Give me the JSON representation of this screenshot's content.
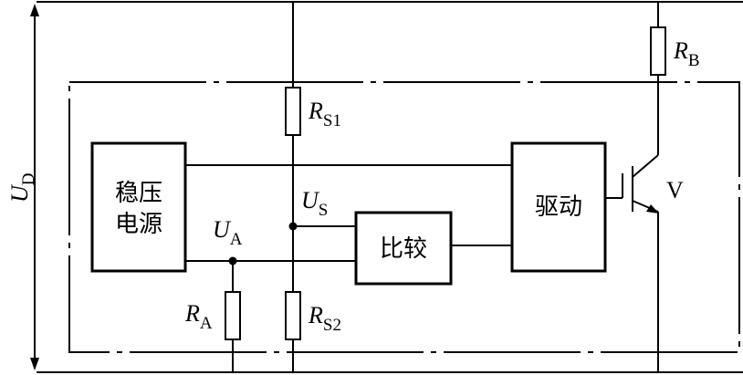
{
  "labels": {
    "ud": {
      "main": "U",
      "sub": "D"
    },
    "rb": {
      "main": "R",
      "sub": "B"
    },
    "rs1": {
      "main": "R",
      "sub": "S1"
    },
    "rs2": {
      "main": "R",
      "sub": "S2"
    },
    "ra": {
      "main": "R",
      "sub": "A"
    },
    "us": {
      "main": "U",
      "sub": "S"
    },
    "ua": {
      "main": "U",
      "sub": "A"
    },
    "transistor": "V"
  },
  "blocks": {
    "regulator": [
      "稳压",
      "电源"
    ],
    "comparator": "比较",
    "driver": "驱动"
  }
}
